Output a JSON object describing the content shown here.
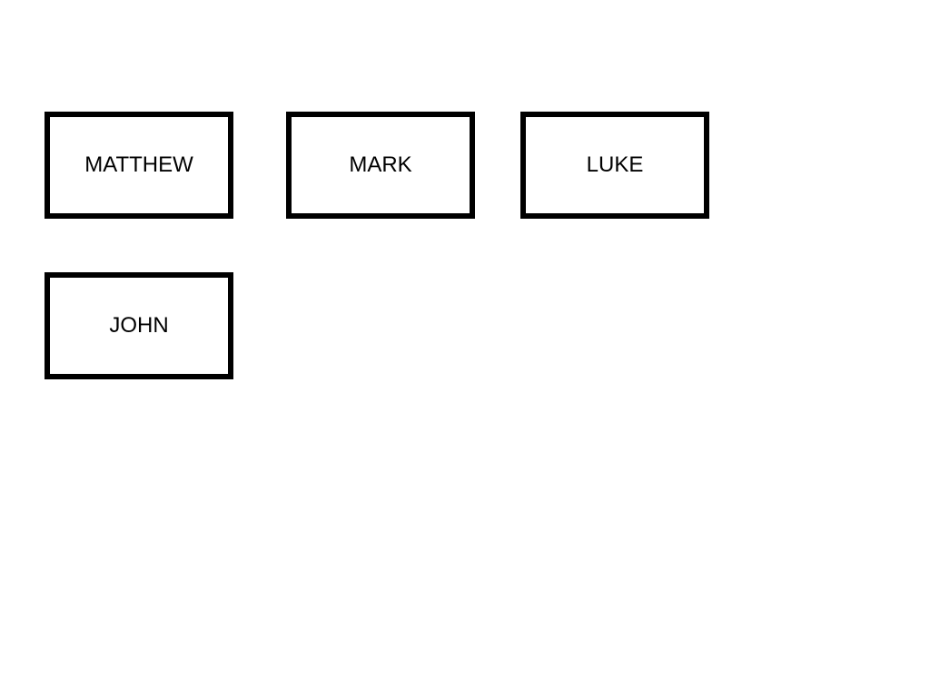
{
  "cards": [
    {
      "label": "MATTHEW"
    },
    {
      "label": "MARK"
    },
    {
      "label": "LUKE"
    },
    {
      "label": "JOHN"
    }
  ]
}
